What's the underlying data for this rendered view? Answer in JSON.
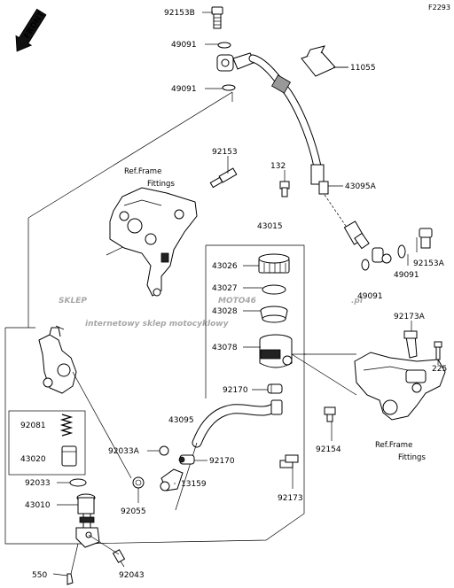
{
  "diagram_code": "F2293",
  "front_label": "FRONT",
  "watermark": {
    "brand_left": "SKLEP",
    "brand_red": "MOTO46",
    "brand_right": ".pl",
    "tagline": "internetowy sklep motocyklowy"
  },
  "ref_labels": {
    "frame_top_line1": "Ref.Frame",
    "frame_top_line2": "Fittings",
    "frame_bottom_line1": "Ref.Frame",
    "frame_bottom_line2": "Fittings"
  },
  "part_numbers": {
    "p92153B": "92153B",
    "p49091_top": "49091",
    "p49091_mid": "49091",
    "p11055": "11055",
    "p92153": "92153",
    "p132": "132",
    "p43095A": "43095A",
    "p43015": "43015",
    "p43026": "43026",
    "p43027": "43027",
    "p43028": "43028",
    "p43078": "43078",
    "p49091_r1": "49091",
    "p92153A": "92153A",
    "p49091_r2": "49091",
    "p92173A": "92173A",
    "p225": "225",
    "p92170_a": "92170",
    "p43095": "43095",
    "p92081": "92081",
    "p43020": "43020",
    "p92033A": "92033A",
    "p92170_b": "92170",
    "p13159": "13159",
    "p92033": "92033",
    "p92055": "92055",
    "p43010": "43010",
    "p92154": "92154",
    "p92173": "92173",
    "p550": "550",
    "p92043": "92043"
  }
}
